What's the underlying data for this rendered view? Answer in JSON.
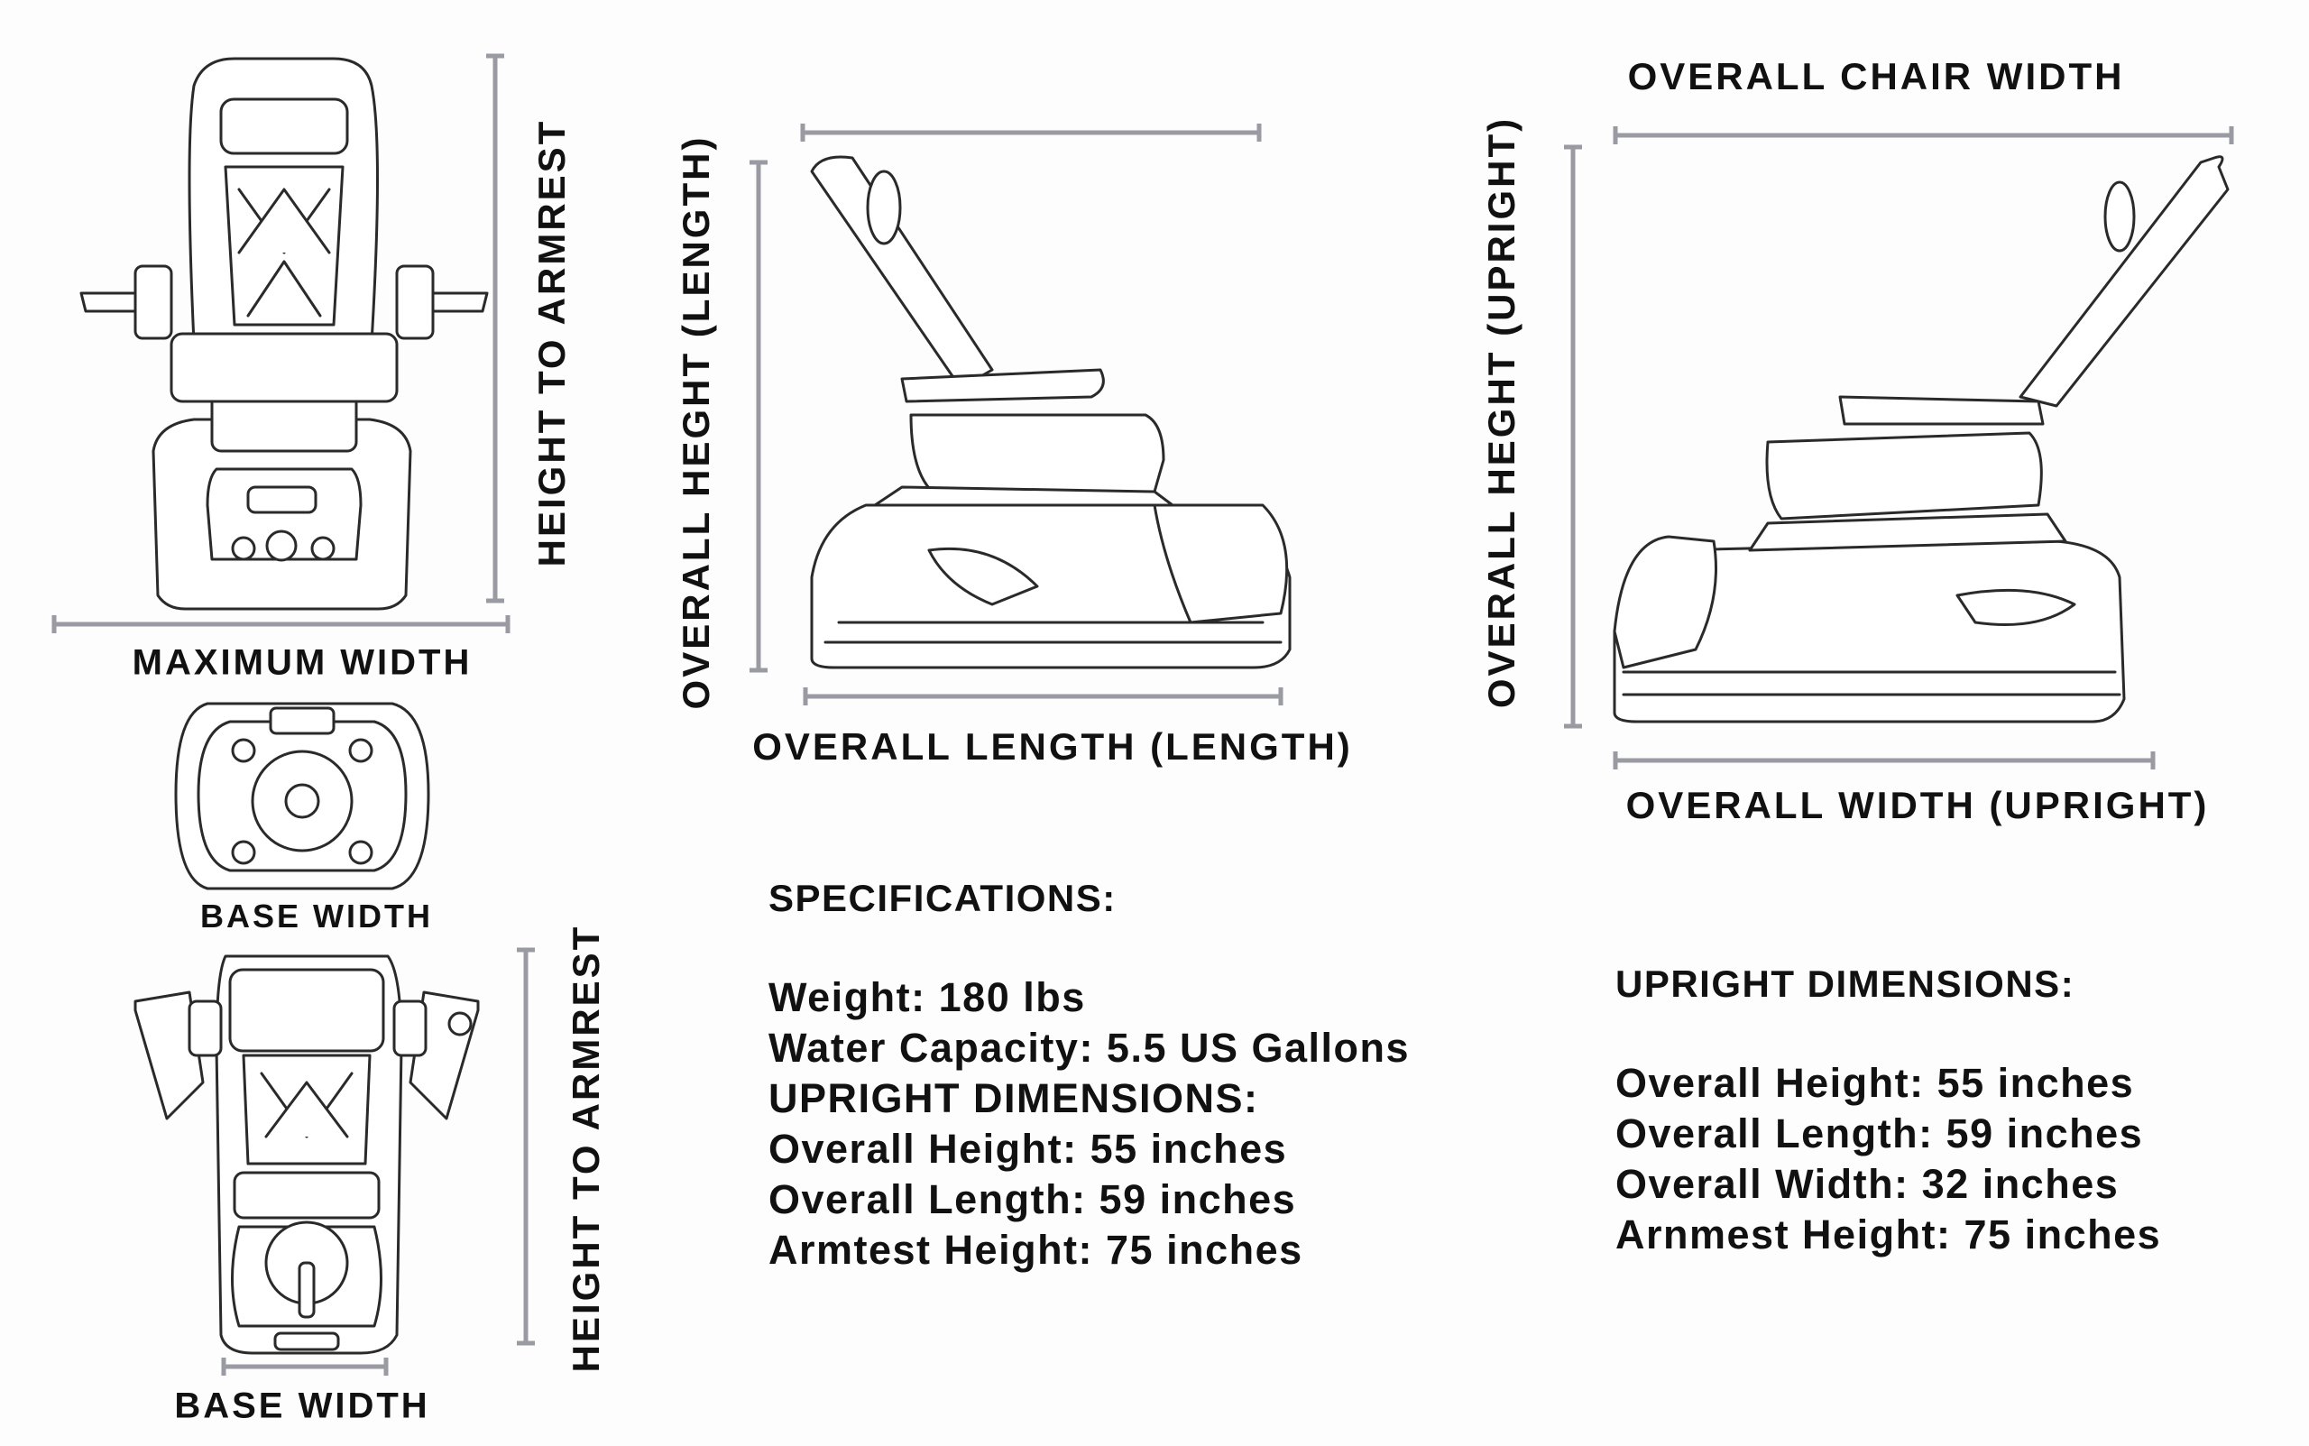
{
  "labels": {
    "height_to_armrest_top": "HEIGHT TO ARMREST",
    "maximum_width": "MAXIMUM WIDTH",
    "base_width_top": "BASE WIDTH",
    "height_to_armrest_bottom": "HEIGHT TO ARMREST",
    "base_width_bottom": "BASE WIDTH",
    "overall_height_length": "OVERALL HEGHT (LENGTH)",
    "overall_length_length": "OVERALL LENGTH (LENGTH)",
    "overall_chair_width": "OVERALL CHAIR WIDTH",
    "overall_height_upright": "OVERALL HEGHT (UPRIGHT)",
    "overall_width_upright": "OVERALL WIDTH (UPRIGHT)"
  },
  "specifications": {
    "title": "SPECIFICATIONS:",
    "lines": [
      "Weight: 180 lbs",
      "Water Capacity: 5.5 US Gallons",
      "UPRIGHT DIMENSIONS:",
      "Overall Height: 55 inches",
      "Overall Length: 59 inches",
      "Armtest Height: 75 inches"
    ]
  },
  "upright_dimensions": {
    "title": "UPRIGHT DIMENSIONS:",
    "lines": [
      "Overall Height: 55 inches",
      "Overall Length: 59 inches",
      "Overall Width: 32 inches",
      "Arnmest Height: 75 inches"
    ]
  },
  "colors": {
    "dimension_line": "#9a9aa2",
    "text": "#111111",
    "outline": "#2a2a2a"
  }
}
